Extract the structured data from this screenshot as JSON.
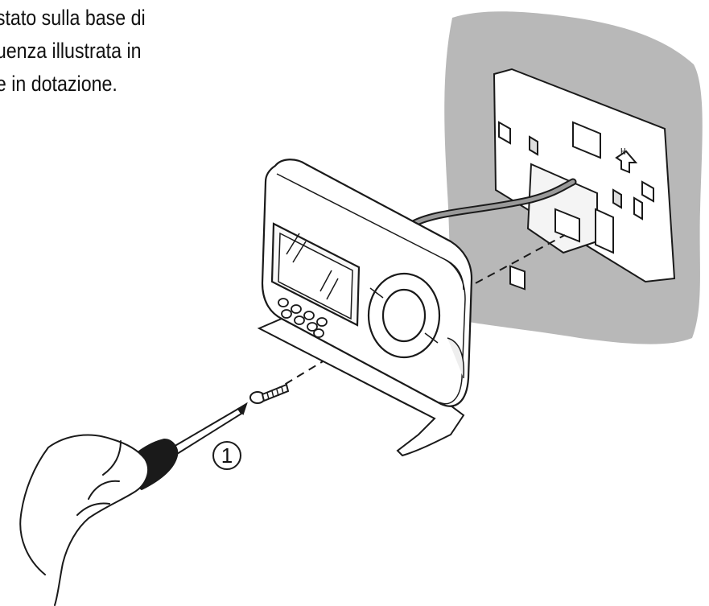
{
  "caption": {
    "lines": [
      "stato sulla  base  di",
      "uenza illustrata in",
      "e in dotazione."
    ]
  },
  "diagram": {
    "step_number": "1",
    "backplate_letter": "H"
  },
  "colors": {
    "wall": "#b8b8b8",
    "stroke": "#1a1a1a",
    "background": "#ffffff"
  }
}
